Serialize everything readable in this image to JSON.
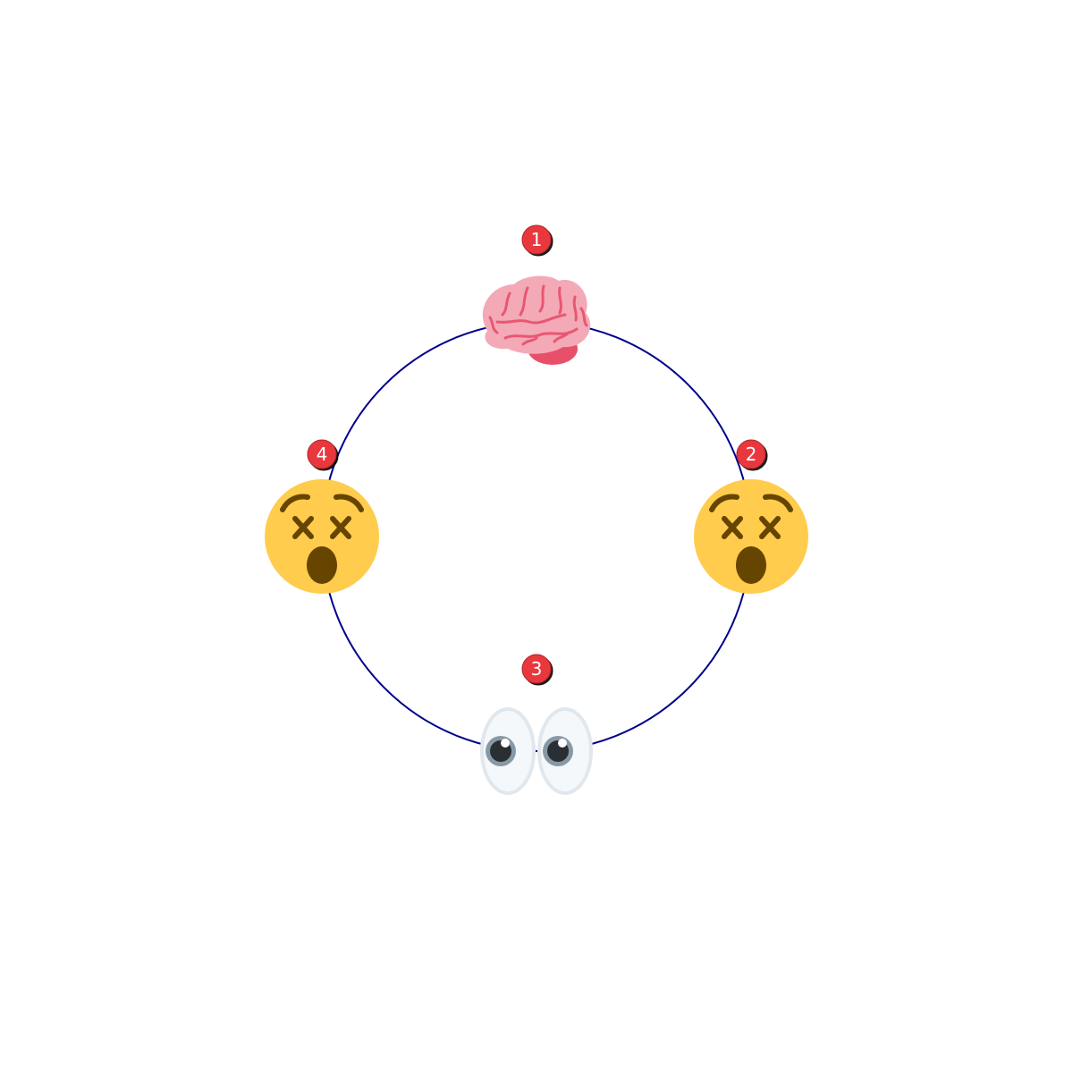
{
  "diagram": {
    "type": "cycle",
    "ring_color": "#00008b",
    "badge_color": "#e8393c",
    "nodes": [
      {
        "step": "1",
        "icon": "brain-icon"
      },
      {
        "step": "2",
        "icon": "dizzy-face-icon"
      },
      {
        "step": "3",
        "icon": "eyes-icon"
      },
      {
        "step": "4",
        "icon": "dizzy-face-icon"
      }
    ]
  }
}
